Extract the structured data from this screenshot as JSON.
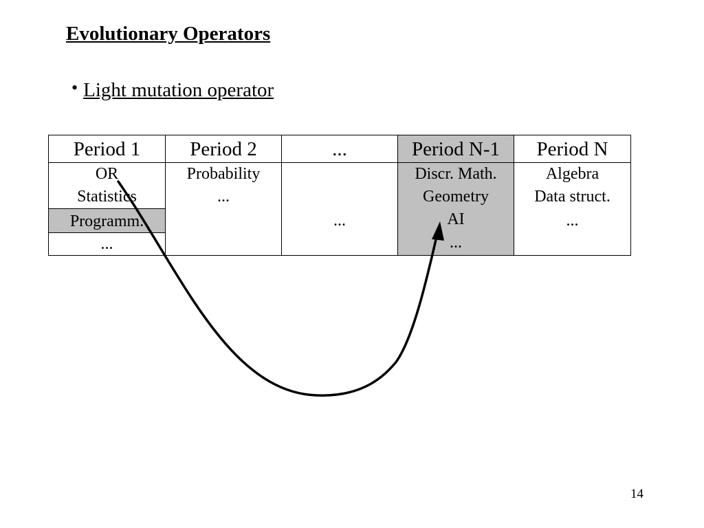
{
  "slide": {
    "title": "Evolutionary Operators",
    "bullet": "Light mutation operator",
    "page_number": "14"
  },
  "table": {
    "headers": [
      "Period 1",
      "Period 2",
      "...",
      "Period N-1",
      "Period N"
    ],
    "col1": [
      "OR",
      "Statistics",
      "Programm.",
      "..."
    ],
    "col2": [
      "Probability",
      "..."
    ],
    "col3": [
      "..."
    ],
    "col4": [
      "Discr. Math.",
      "Geometry",
      "AI",
      "..."
    ],
    "col5": [
      "Algebra",
      "Data struct.",
      "..."
    ]
  },
  "colors": {
    "shaded_cell": "#c0c0c0",
    "ink": "#000000"
  }
}
